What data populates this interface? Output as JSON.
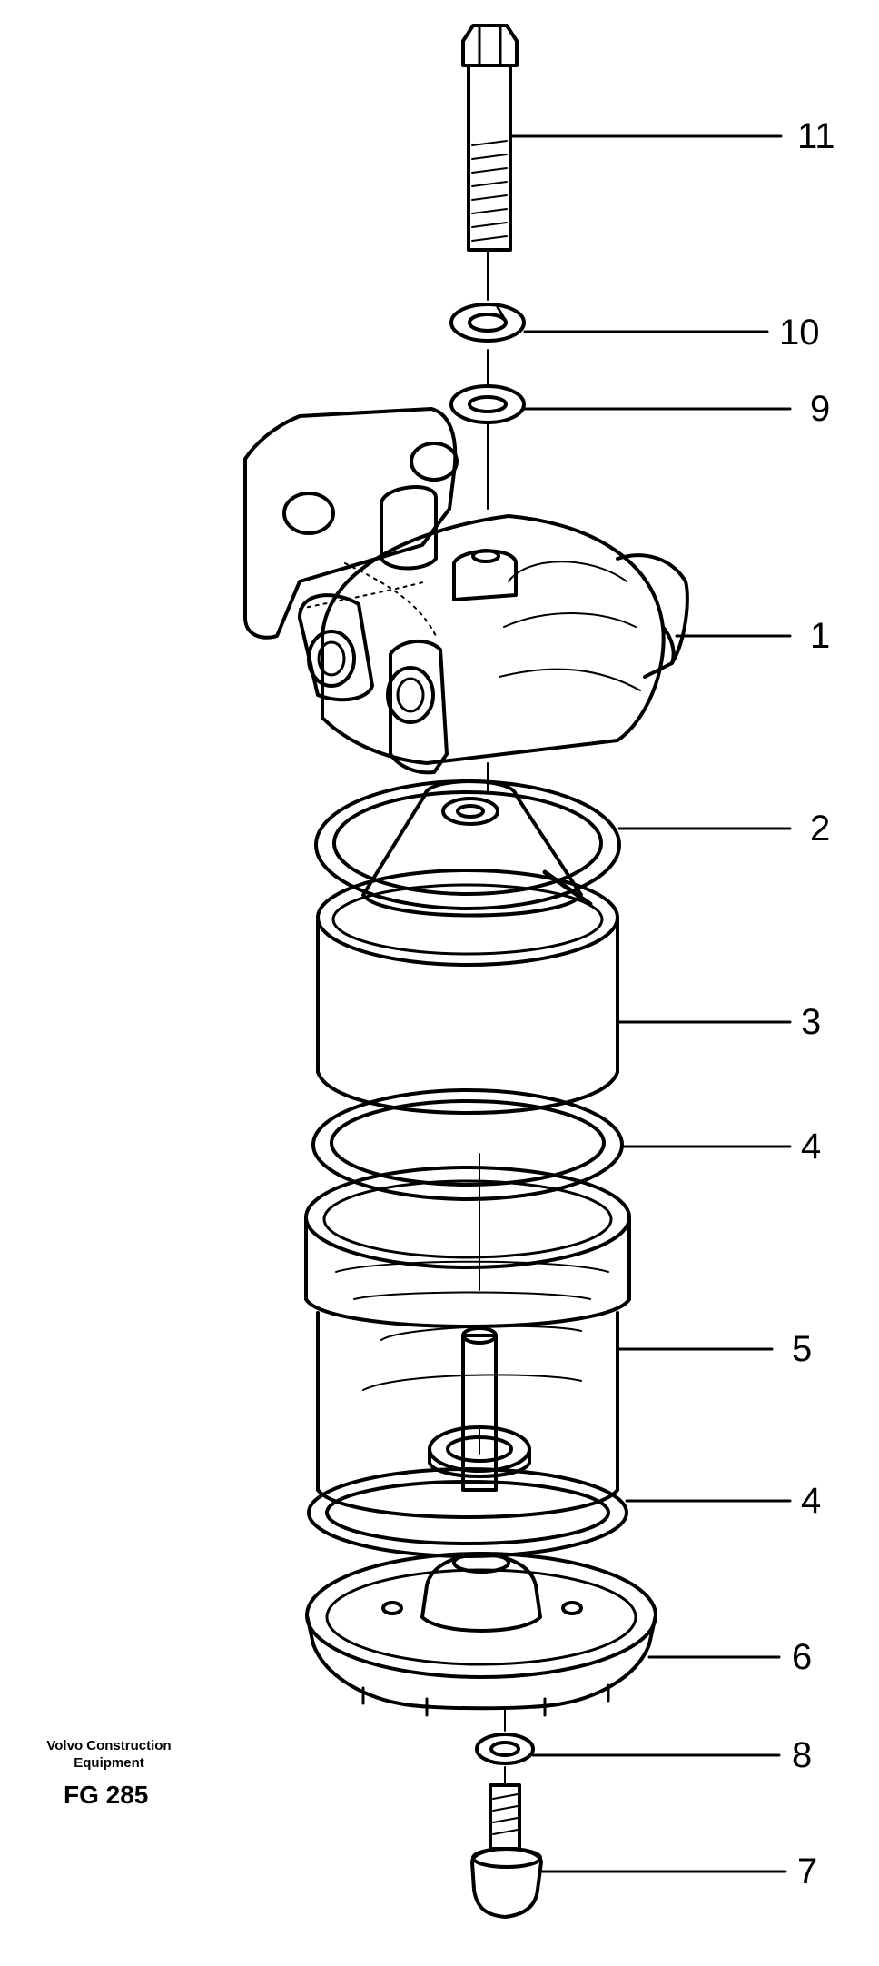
{
  "diagram": {
    "callouts": [
      {
        "id": "c11",
        "label": "11"
      },
      {
        "id": "c10",
        "label": "10"
      },
      {
        "id": "c9",
        "label": "9"
      },
      {
        "id": "c1",
        "label": "1"
      },
      {
        "id": "c2",
        "label": "2"
      },
      {
        "id": "c3",
        "label": "3"
      },
      {
        "id": "c4a",
        "label": "4"
      },
      {
        "id": "c5",
        "label": "5"
      },
      {
        "id": "c4b",
        "label": "4"
      },
      {
        "id": "c6",
        "label": "6"
      },
      {
        "id": "c8",
        "label": "8"
      },
      {
        "id": "c7",
        "label": "7"
      }
    ],
    "brand_line1": "Volvo Construction",
    "brand_line2": "Equipment",
    "figure_code": "FG 285"
  }
}
